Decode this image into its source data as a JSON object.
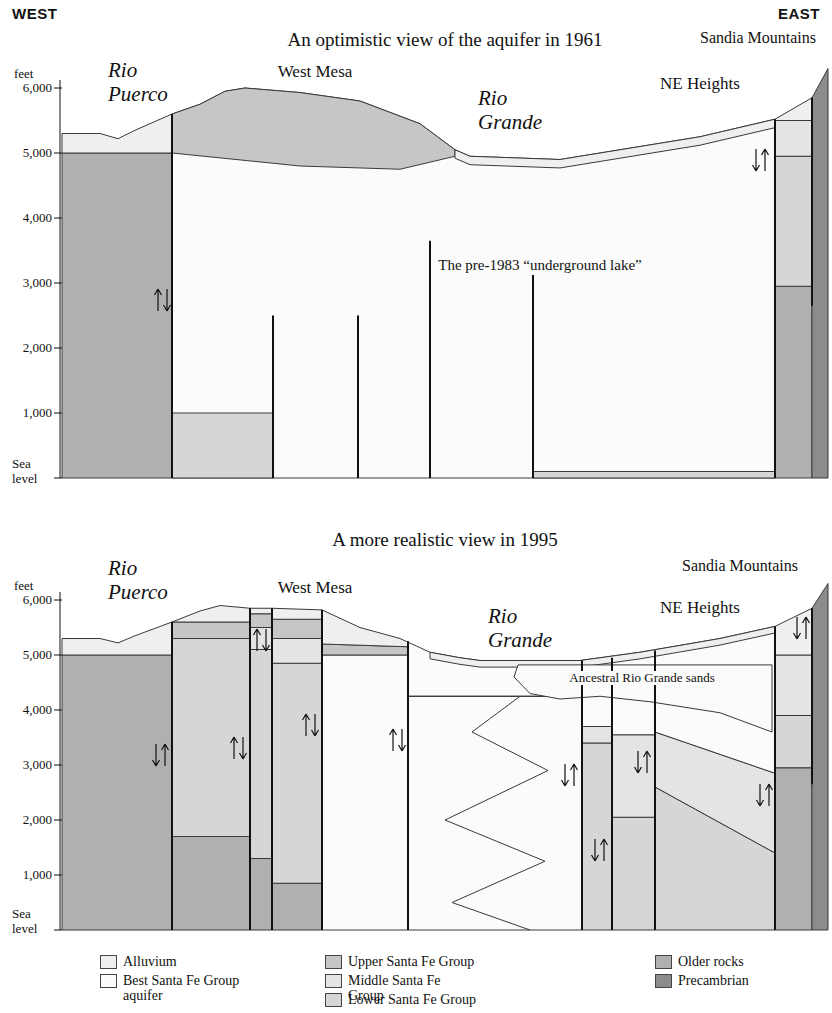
{
  "diagram": {
    "labels": [
      "WEST",
      "EAST",
      "An optimistic view of the aquifer in 1961",
      "feet",
      "6,000",
      "5,000",
      "4,000",
      "3,000",
      "2,000",
      "1,000",
      "Sea level",
      "Rio Puerco",
      "West Mesa",
      "Rio Grande",
      "NE Heights",
      "Sandia Mountains",
      "The pre-1983 “underground lake”",
      "A more realistic view in 1995",
      "feet",
      "6,000",
      "5,000",
      "4,000",
      "3,000",
      "2,000",
      "1,000",
      "Sea level",
      "Rio Puerco",
      "West Mesa",
      "Rio Grande",
      "NE Heights",
      "Sandia Mountains",
      "Ancestral Rio Grande sands"
    ],
    "legend": [
      {
        "text": "Alluvium",
        "color": "#efefef"
      },
      {
        "text": "Best Santa Fe Group aquifer",
        "color": "#fbfbfb"
      },
      {
        "text": "Upper Santa Fe Group",
        "color": "#c6c6c6"
      },
      {
        "text": "Middle Santa Fe Group",
        "color": "#e4e4e4"
      },
      {
        "text": "Lower Santa Fe Group",
        "color": "#d6d6d6"
      },
      {
        "text": "Older rocks",
        "color": "#b0b0b0"
      },
      {
        "text": "Precambrian",
        "color": "#8c8c8c"
      }
    ]
  }
}
